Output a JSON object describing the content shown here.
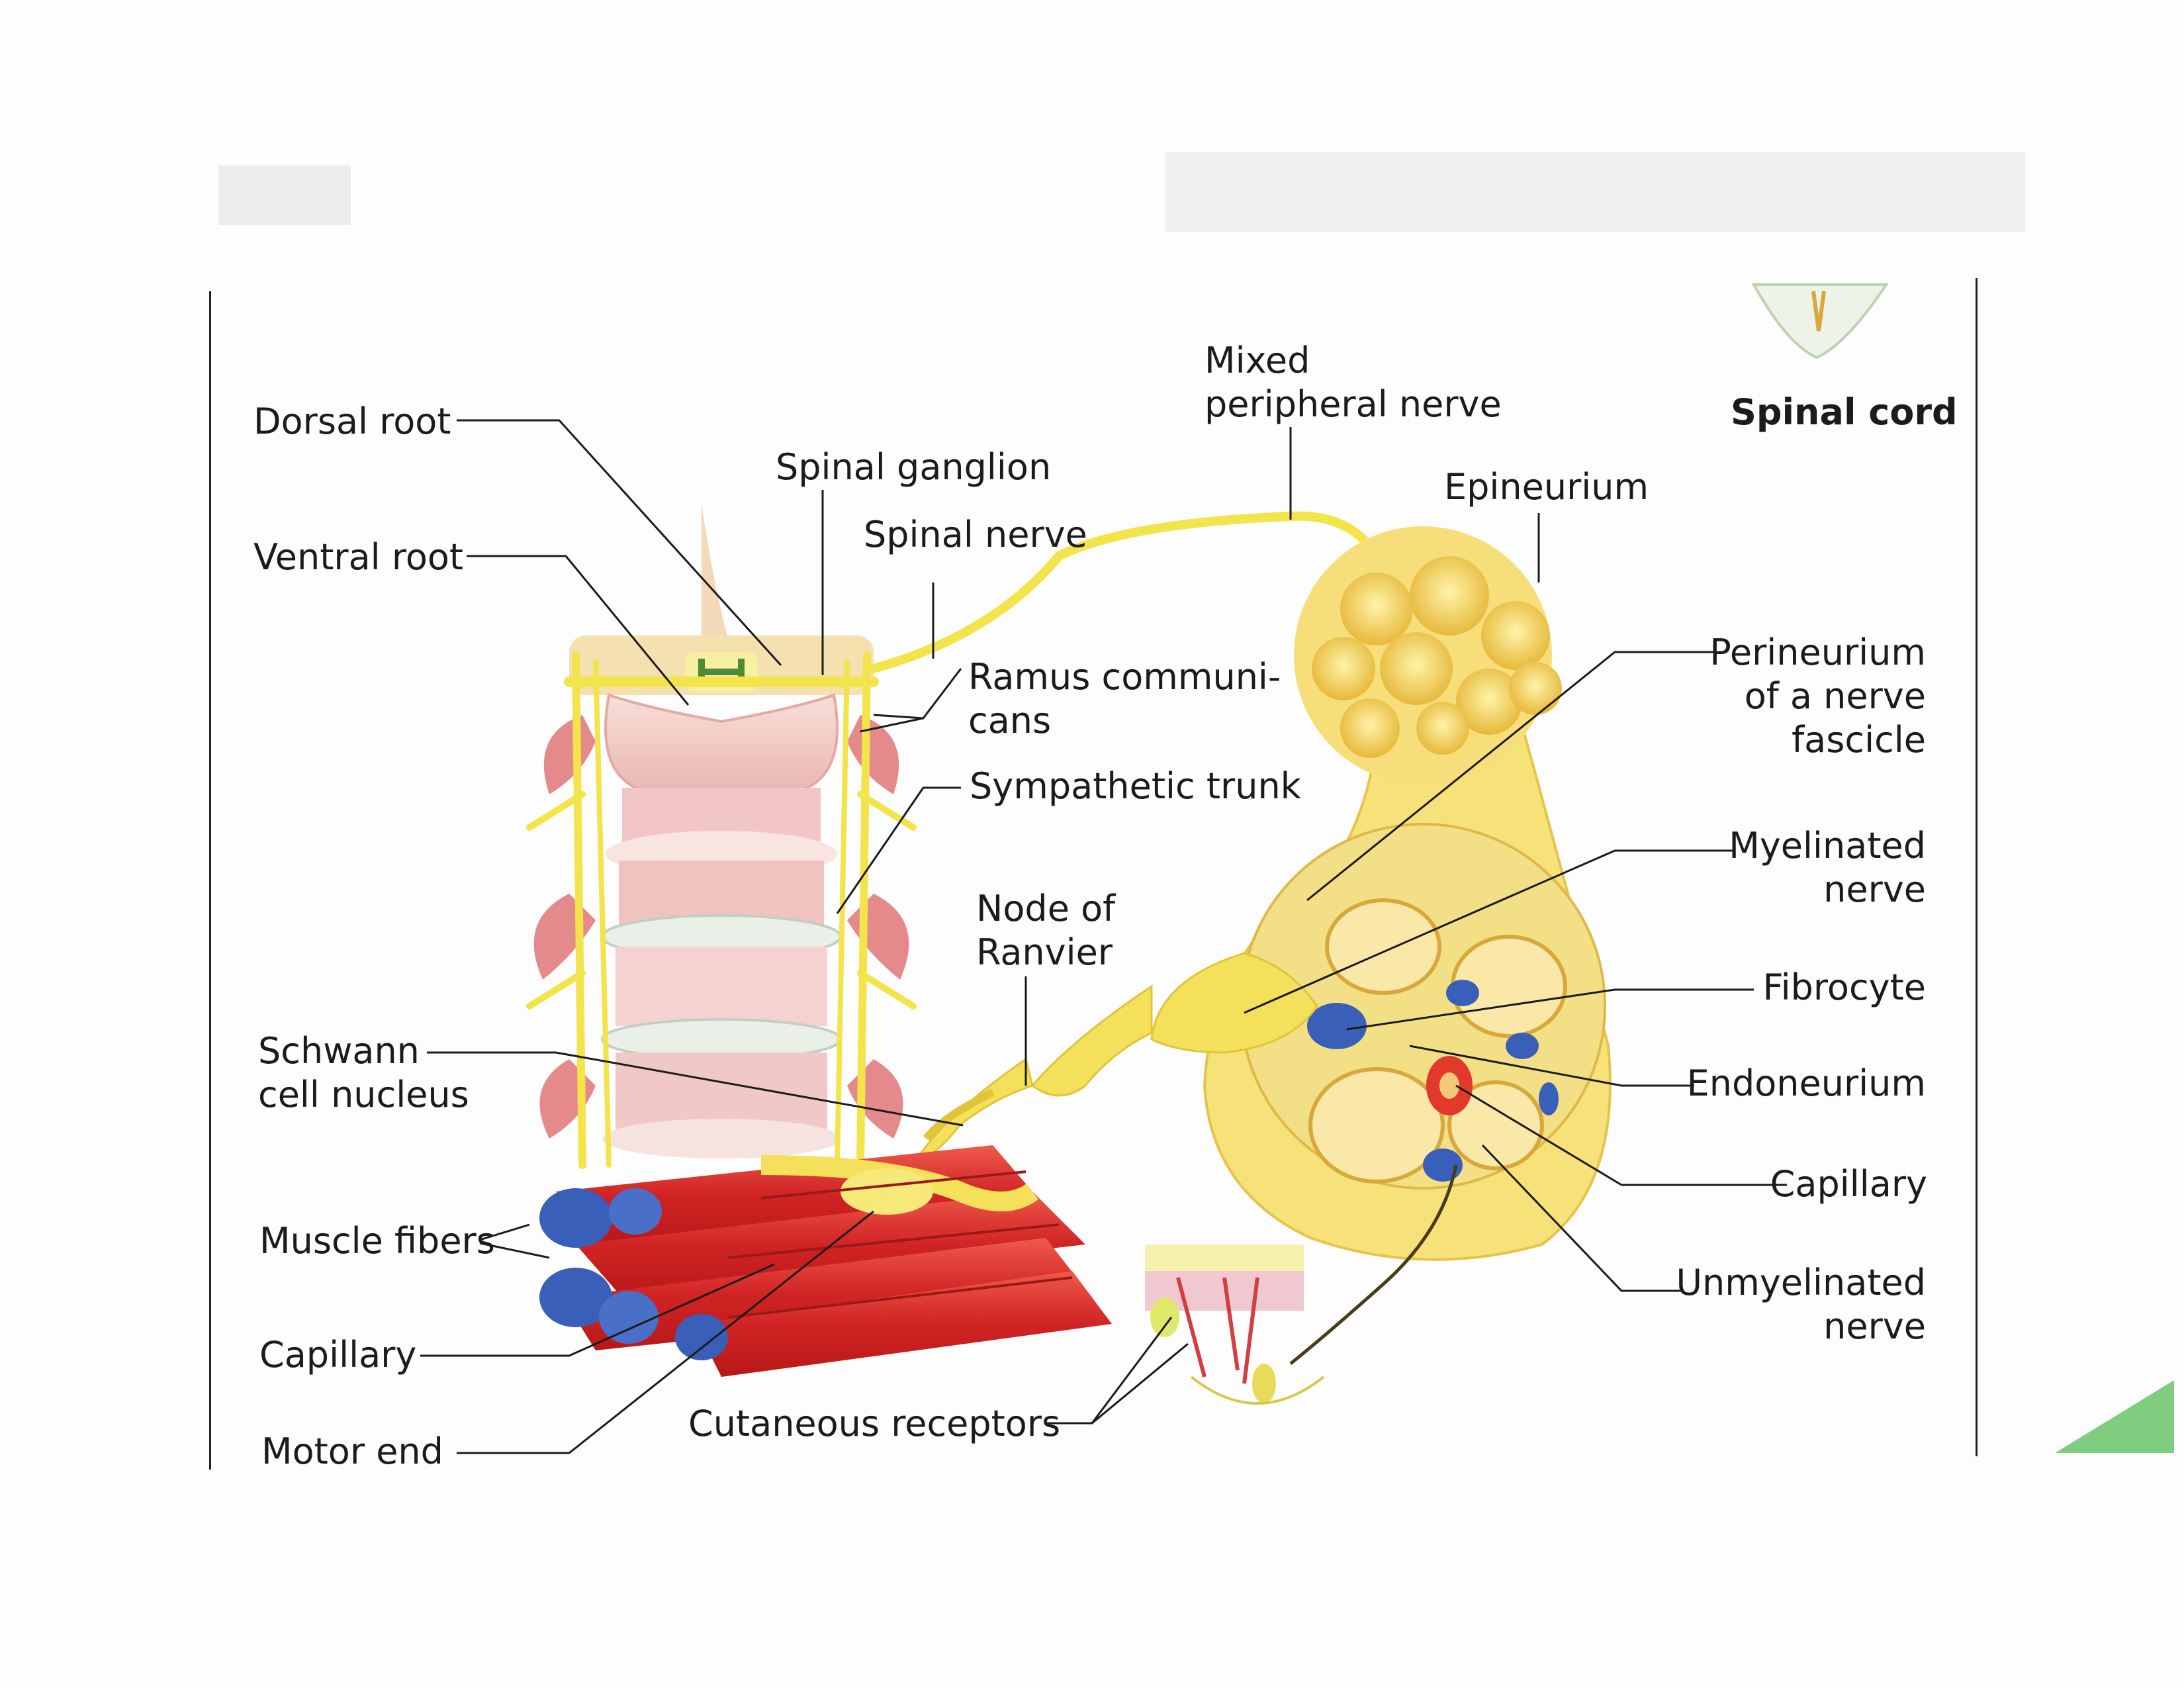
{
  "labels": {
    "dorsal_root": "Dorsal root",
    "ventral_root": "Ventral root",
    "spinal_ganglion": "Spinal ganglion",
    "spinal_nerve": "Spinal nerve",
    "mixed_nerve": [
      "Mixed",
      "peripheral nerve"
    ],
    "spinal_cord": "Spinal cord",
    "epineurium": "Epineurium",
    "ramus": [
      "Ramus communi-",
      "cans"
    ],
    "sympathetic_trunk": "Sympathetic trunk",
    "perineurium": [
      "Perineurium",
      "of a nerve",
      "fascicle"
    ],
    "myelinated": [
      "Myelinated",
      "nerve"
    ],
    "node_ranvier": [
      "Node of",
      "Ranvier"
    ],
    "fibrocyte": "Fibrocyte",
    "schwann": [
      "Schwann",
      "cell nucleus"
    ],
    "endoneurium": "Endoneurium",
    "capillary_right": "Capillary",
    "muscle_fibers": "Muscle fibers",
    "unmyelinated": [
      "Unmyelinated",
      "nerve"
    ],
    "capillary_left": "Capillary",
    "cutaneous_receptors": "Cutaneous receptors",
    "motor_end": "Motor end"
  },
  "colors": {
    "nerve_yellow": "#f2e44a",
    "sheath_yellow": "#f7e27a",
    "muscle_red": "#d92a2a",
    "muscle_blue": "#3a5fb8",
    "bone_pink": "#f3c7c4",
    "tab_green": "#7fce7f"
  }
}
